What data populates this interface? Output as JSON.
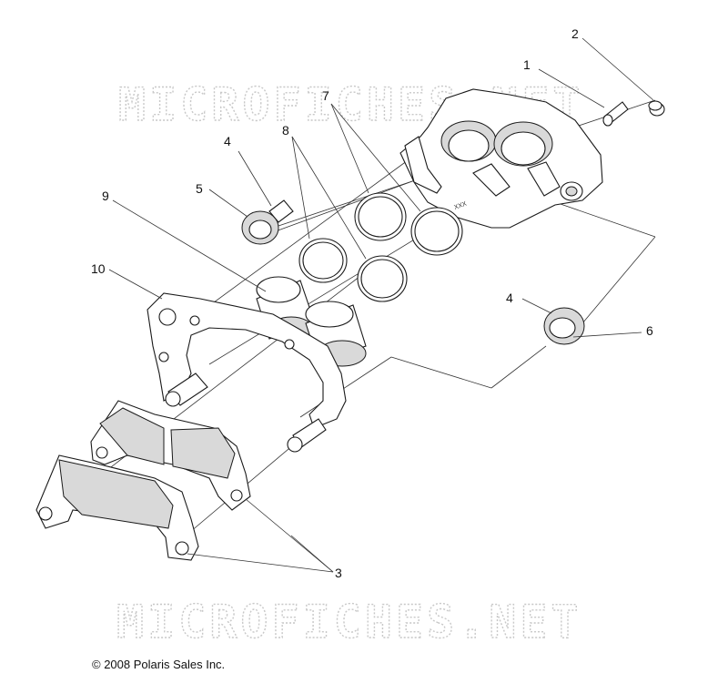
{
  "diagram": {
    "watermark_top": "MICROFICHES.NET",
    "watermark_bottom": "MICROFICHES.NET",
    "copyright": "© 2008 Polaris Sales Inc.",
    "callouts": [
      {
        "label": "1"
      },
      {
        "label": "2"
      },
      {
        "label": "3"
      },
      {
        "label": "4"
      },
      {
        "label": "4"
      },
      {
        "label": "5"
      },
      {
        "label": "6"
      },
      {
        "label": "7"
      },
      {
        "label": "8"
      },
      {
        "label": "9"
      },
      {
        "label": "10"
      }
    ],
    "stamp": "XXX"
  }
}
